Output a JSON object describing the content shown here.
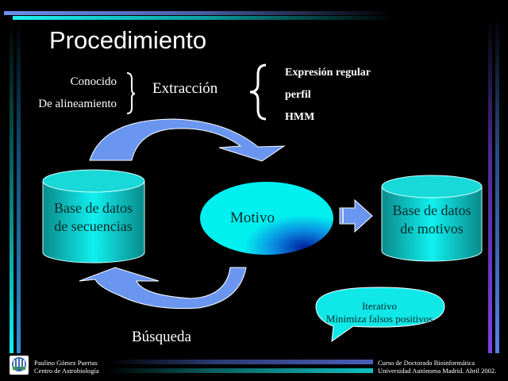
{
  "slide": {
    "title": "Procedimiento",
    "sources": [
      "Conocido",
      "De alineamiento"
    ],
    "extraction_label": "Extracción",
    "methods": [
      "Expresión regular",
      "perfil",
      "HMM"
    ],
    "seq_db": {
      "line1": "Base de datos",
      "line2": "de secuencias"
    },
    "motif": "Motivo",
    "motif_db": {
      "line1": "Base de datos",
      "line2": "de motivos"
    },
    "search_label": "Búsqueda",
    "callout": {
      "line1": "Iterativo",
      "line2": "Minimiza falsos positivos"
    }
  },
  "footer": {
    "left": {
      "line1": "Paulino Gómez Puertas",
      "line2": "Centro de Astrobiología"
    },
    "right": {
      "line1": "Curso de Doctorado Bioinformática",
      "line2": "Universidad Autónoma Madrid. Abril 2002."
    }
  },
  "colors": {
    "background": "#000000",
    "arrow": "#6a96f0",
    "cylinder": "#10c8c8",
    "motif": "#00f0f0",
    "callout": "#10e8e8"
  },
  "icons": {
    "curved_arrow": "curved-arrow-icon",
    "block_arrow": "block-arrow-icon",
    "brace": "curly-brace-icon",
    "logo": "institution-logo-icon"
  }
}
